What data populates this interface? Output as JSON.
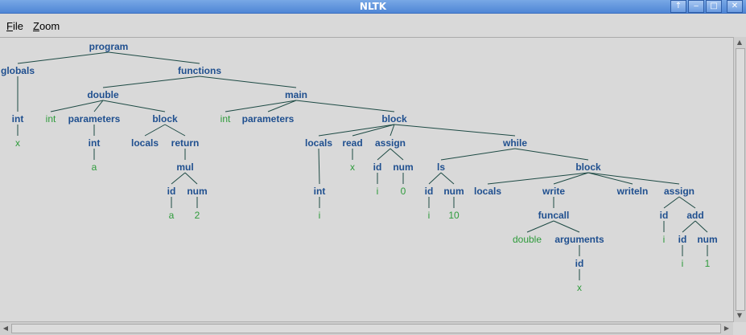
{
  "window": {
    "title": "NLTK",
    "buttons": [
      "↑",
      "‒",
      "□",
      "✕"
    ]
  },
  "menu": [
    {
      "mnemonic": "F",
      "rest": "ile"
    },
    {
      "mnemonic": "Z",
      "rest": "oom"
    }
  ],
  "colors": {
    "nonterminal": "#1f4f8f",
    "leaf": "#2e9b3b",
    "edge": "#1d4a44"
  },
  "tree": {
    "label": "program",
    "children": [
      {
        "label": "globals",
        "children": [
          {
            "label": "int",
            "children": [
              {
                "label": "x",
                "leaf": true
              }
            ]
          }
        ]
      },
      {
        "label": "functions",
        "children": [
          {
            "label": "double",
            "children": [
              {
                "label": "int",
                "leaf": true
              },
              {
                "label": "parameters",
                "children": [
                  {
                    "label": "int",
                    "children": [
                      {
                        "label": "a",
                        "leaf": true
                      }
                    ]
                  }
                ]
              },
              {
                "label": "block",
                "children": [
                  {
                    "label": "locals"
                  },
                  {
                    "label": "return",
                    "children": [
                      {
                        "label": "mul",
                        "children": [
                          {
                            "label": "id",
                            "children": [
                              {
                                "label": "a",
                                "leaf": true
                              }
                            ]
                          },
                          {
                            "label": "num",
                            "children": [
                              {
                                "label": "2",
                                "leaf": true
                              }
                            ]
                          }
                        ]
                      }
                    ]
                  }
                ]
              }
            ]
          },
          {
            "label": "main",
            "children": [
              {
                "label": "int",
                "leaf": true
              },
              {
                "label": "parameters"
              },
              {
                "label": "block",
                "children": [
                  {
                    "label": "locals",
                    "children": [
                      {
                        "label": "int",
                        "children": [
                          {
                            "label": "i",
                            "leaf": true
                          }
                        ]
                      }
                    ]
                  },
                  {
                    "label": "read",
                    "children": [
                      {
                        "label": "x",
                        "leaf": true
                      }
                    ]
                  },
                  {
                    "label": "assign",
                    "children": [
                      {
                        "label": "id",
                        "children": [
                          {
                            "label": "i",
                            "leaf": true
                          }
                        ]
                      },
                      {
                        "label": "num",
                        "children": [
                          {
                            "label": "0",
                            "leaf": true
                          }
                        ]
                      }
                    ]
                  },
                  {
                    "label": "while",
                    "children": [
                      {
                        "label": "ls",
                        "children": [
                          {
                            "label": "id",
                            "children": [
                              {
                                "label": "i",
                                "leaf": true
                              }
                            ]
                          },
                          {
                            "label": "num",
                            "children": [
                              {
                                "label": "10",
                                "leaf": true
                              }
                            ]
                          }
                        ]
                      },
                      {
                        "label": "block",
                        "children": [
                          {
                            "label": "locals"
                          },
                          {
                            "label": "write",
                            "children": [
                              {
                                "label": "funcall",
                                "children": [
                                  {
                                    "label": "double",
                                    "leaf": true
                                  },
                                  {
                                    "label": "arguments",
                                    "children": [
                                      {
                                        "label": "id",
                                        "children": [
                                          {
                                            "label": "x",
                                            "leaf": true
                                          }
                                        ]
                                      }
                                    ]
                                  }
                                ]
                              }
                            ]
                          },
                          {
                            "label": "writeln"
                          },
                          {
                            "label": "assign",
                            "children": [
                              {
                                "label": "id",
                                "children": [
                                  {
                                    "label": "i",
                                    "leaf": true
                                  }
                                ]
                              },
                              {
                                "label": "add",
                                "children": [
                                  {
                                    "label": "id",
                                    "children": [
                                      {
                                        "label": "i",
                                        "leaf": true
                                      }
                                    ]
                                  },
                                  {
                                    "label": "num",
                                    "children": [
                                      {
                                        "label": "1",
                                        "leaf": true
                                      }
                                    ]
                                  }
                                ]
                              }
                            ]
                          }
                        ]
                      }
                    ]
                  }
                ]
              }
            ]
          }
        ]
      }
    ]
  }
}
